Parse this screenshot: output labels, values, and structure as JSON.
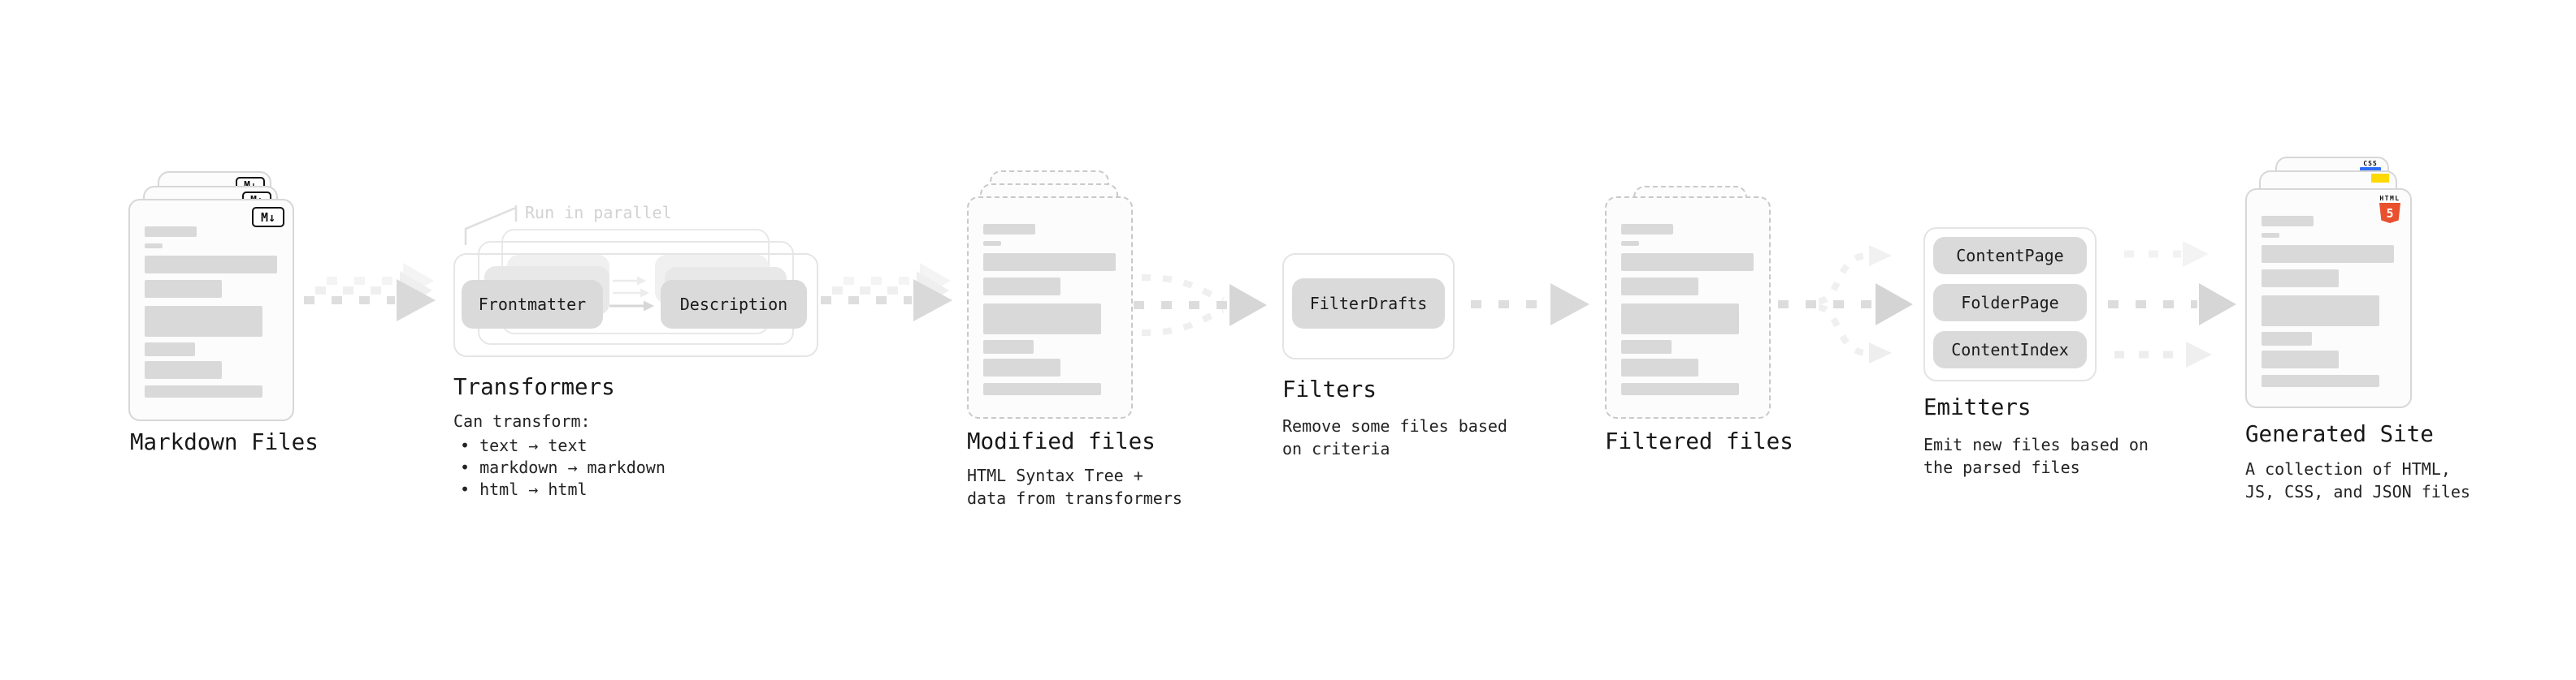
{
  "diagram": {
    "markdown": {
      "title": "Markdown Files",
      "icon_label": "M↓"
    },
    "transformers": {
      "title": "Transformers",
      "parallel_note": "Run in parallel",
      "pill_left": "Frontmatter",
      "pill_right": "Description",
      "desc_heading": "Can transform:",
      "bullets": [
        "• text → text",
        "• markdown → markdown",
        "• html → html"
      ]
    },
    "modified": {
      "title": "Modified files",
      "desc": [
        "HTML Syntax Tree +",
        "data from transformers"
      ]
    },
    "filters": {
      "title": "Filters",
      "pill": "FilterDrafts",
      "desc": [
        "Remove some files based",
        "on criteria"
      ]
    },
    "filtered": {
      "title": "Filtered files"
    },
    "emitters": {
      "title": "Emitters",
      "pills": [
        "ContentPage",
        "FolderPage",
        "ContentIndex"
      ],
      "desc": [
        "Emit new files based on",
        "the parsed files"
      ]
    },
    "generated": {
      "title": "Generated Site",
      "desc": [
        "A collection of HTML,",
        "JS, CSS, and JSON files"
      ],
      "html5_icon_label": "HTML",
      "html5_icon_number": "5",
      "css_icon_label": "CSS"
    },
    "colors": {
      "skeleton": "#d9d9d9",
      "arrow": "#d9d9d9",
      "pill": "#dadada",
      "text": "#1b1b1b",
      "muted_note": "#d2d2d2",
      "html5_orange": "#e8502e",
      "js_yellow": "#ffd902",
      "css_blue": "#2f6df6"
    }
  }
}
